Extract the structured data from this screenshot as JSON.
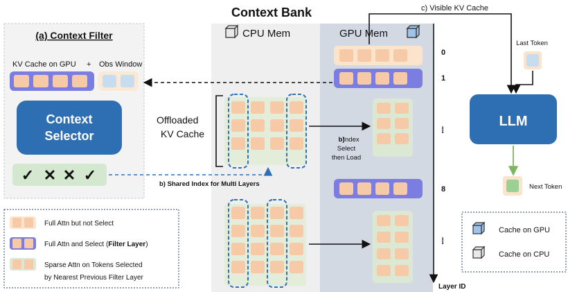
{
  "title": "Context Bank",
  "filter": {
    "title": "(a) Context Filter",
    "kv_label": "KV Cache on GPU",
    "plus": "+",
    "obs_label": "Obs Window",
    "selector_line1": "Context",
    "selector_line2": "Selector",
    "selection_marks": [
      "✓",
      "✕",
      "✕",
      "✓"
    ]
  },
  "cpu": {
    "label": "CPU Mem"
  },
  "gpu": {
    "label": "GPU Mem"
  },
  "offloaded": {
    "line1": "Offloaded",
    "line2": "KV Cache"
  },
  "index_select": {
    "bold": "b)",
    "line1": "Index",
    "line2": "Select",
    "line3": "then Load"
  },
  "shared_index": "b) Shared Index for Multi Layers",
  "visible_kv": "c) Visible KV Cache",
  "layer_axis": {
    "label": "Layer ID",
    "ticks": [
      "0",
      "1",
      "⁞",
      "8",
      "⁞"
    ]
  },
  "llm": {
    "label": "LLM",
    "last_token": "Last Token",
    "next_token": "Next Token"
  },
  "legend_left": [
    {
      "text": "Full Attn but not Select"
    },
    {
      "text": "Full Attn and Select (",
      "bold": "Filter Layer",
      "after": ")"
    },
    {
      "text": "Sparse Attn on Tokens Selected",
      "text2": "by Nearest Previous Filter Layer"
    }
  ],
  "legend_right": [
    {
      "text": "Cache on GPU"
    },
    {
      "text": "Cache on CPU"
    }
  ],
  "colors": {
    "token_orange": "#f6c9a7",
    "token_green": "#d4e8cf",
    "token_blue": "#c8dcf0",
    "filter_purple": "#7b7ee0",
    "selector_blue": "#2e6fb3",
    "dashed_blue": "#2f6fb5",
    "cpu_bg": "#efefef",
    "gpu_bg": "#d3d9e3",
    "panel_bg": "#f3f3f3",
    "next_token": "#9ccf93",
    "green_arrow": "#7bb661"
  }
}
